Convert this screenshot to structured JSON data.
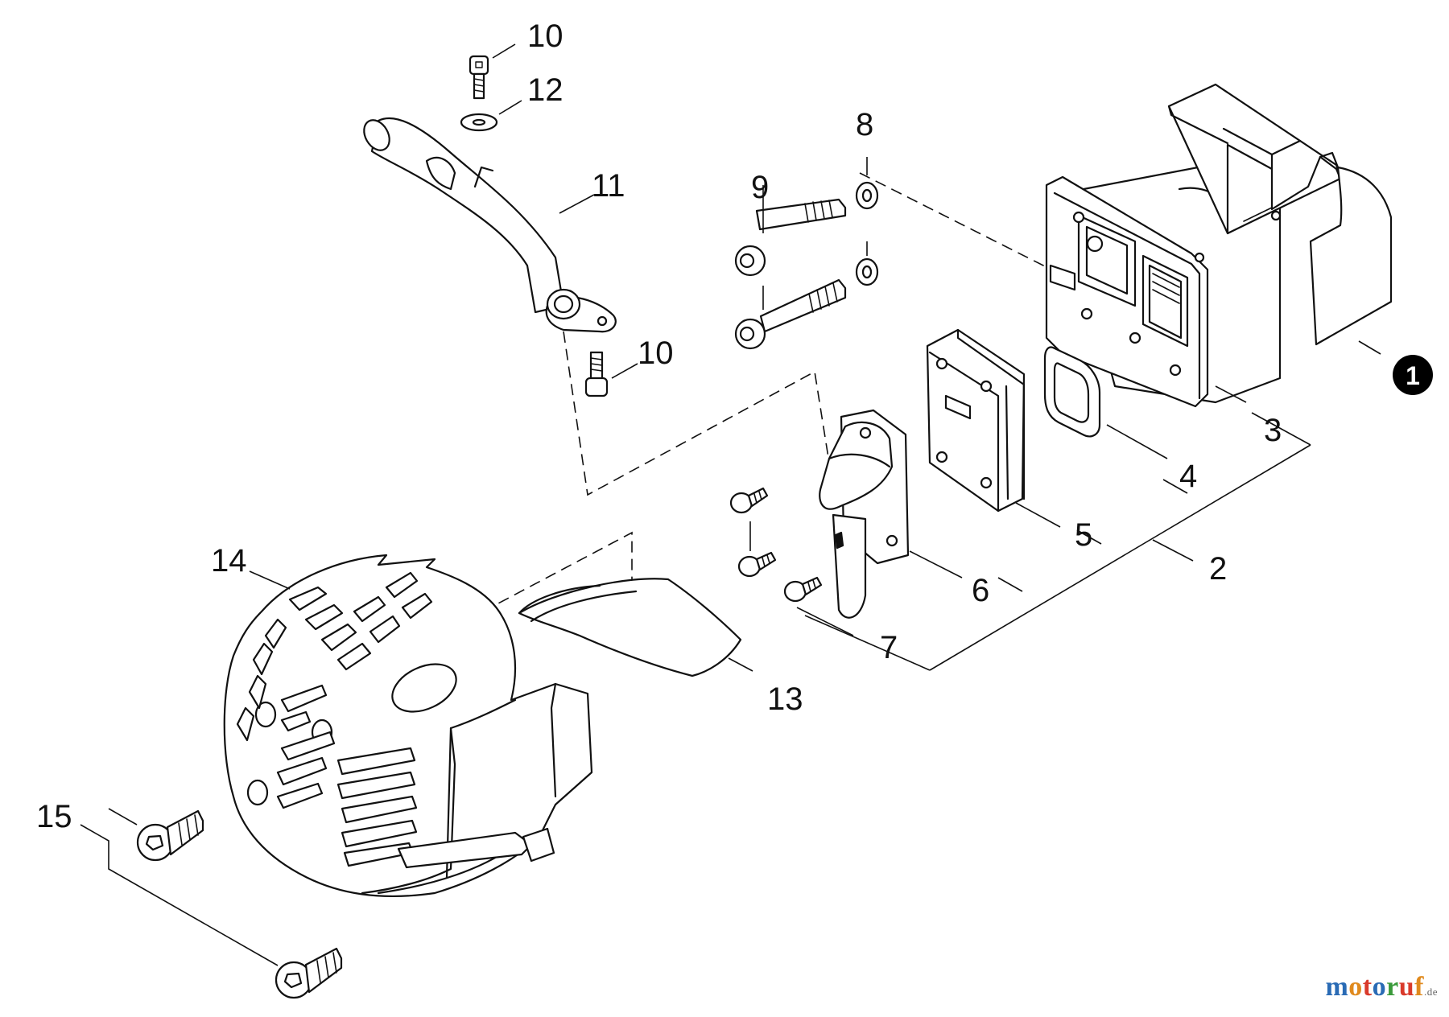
{
  "callouts": {
    "c10a": "10",
    "c12": "12",
    "c11": "11",
    "c8": "8",
    "c9": "9",
    "c10b": "10",
    "c1": "1",
    "c3": "3",
    "c4": "4",
    "c5": "5",
    "c2": "2",
    "c6": "6",
    "c7": "7",
    "c14": "14",
    "c13": "13",
    "c15": "15"
  },
  "watermark": {
    "letters": [
      "m",
      "o",
      "t",
      "o",
      "r",
      "u",
      "f"
    ],
    "letter_colors": [
      "#2a6bb5",
      "#e08a1e",
      "#d93a2b",
      "#2a6bb5",
      "#3a9a3a",
      "#d93a2b",
      "#e08a1e"
    ],
    "suffix": ".de"
  },
  "colors": {
    "line": "#111111",
    "background": "#ffffff",
    "badge": "#000000"
  }
}
